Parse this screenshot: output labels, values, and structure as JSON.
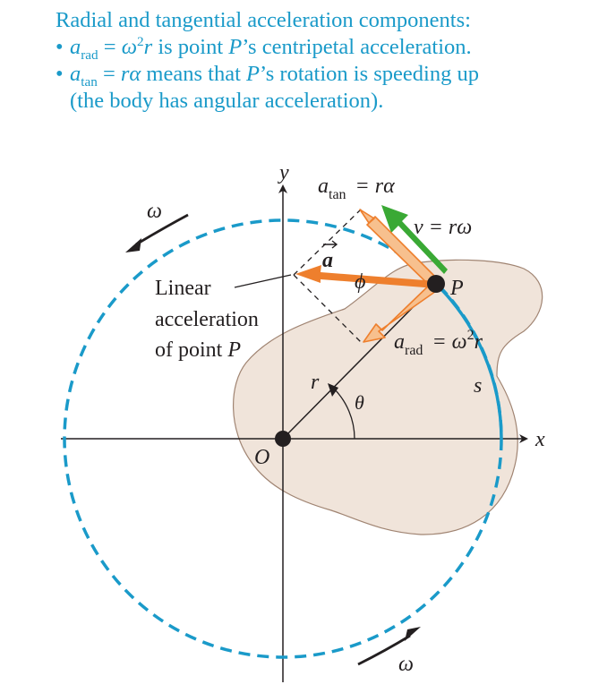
{
  "caption": {
    "heading": "Radial and tangential acceleration components:",
    "bullet1": {
      "symbol": "a",
      "sub": "rad",
      "eq": " = ",
      "omega": "ω",
      "sup": "2",
      "r": "r",
      "rest_prefix": " is point ",
      "P": "P",
      "rest_suffix": "’s centripetal acceleration."
    },
    "bullet2": {
      "symbol": "a",
      "sub": "tan",
      "eq": " = ",
      "ralpha": "rα",
      "rest_prefix": " means that ",
      "P": "P",
      "rest_suffix": "’s rotation is speeding up",
      "line2": "(the body has angular acceleration)."
    }
  },
  "figure": {
    "colors": {
      "caption": "#1a9ac9",
      "circle": "#1a9ac9",
      "body_fill": "#f0e4da",
      "body_stroke": "#a08472",
      "accel_arrow": "#ee7f2d",
      "component_fill": "#f7c08e",
      "velocity_arrow": "#3aa935",
      "axis": "#231f20"
    },
    "labels": {
      "y_axis": "y",
      "x_axis": "x",
      "origin": "O",
      "point": "P",
      "r": "r",
      "theta": "θ",
      "s": "s",
      "omega_top": "ω",
      "omega_bottom": "ω",
      "a_tan_symbol": "a",
      "a_tan_sub": "tan",
      "a_tan_eq": "= rα",
      "v_eq": "v = rω",
      "a_vec": "a",
      "a_rad_symbol": "a",
      "a_rad_sub": "rad",
      "a_rad_eq": "= ω",
      "a_rad_sup": "2",
      "a_rad_r": "r",
      "phi": "ϕ",
      "linear_line1": "Linear",
      "linear_line2": "acceleration",
      "linear_line3_prefix": "of point ",
      "linear_line3_P": "P"
    }
  }
}
